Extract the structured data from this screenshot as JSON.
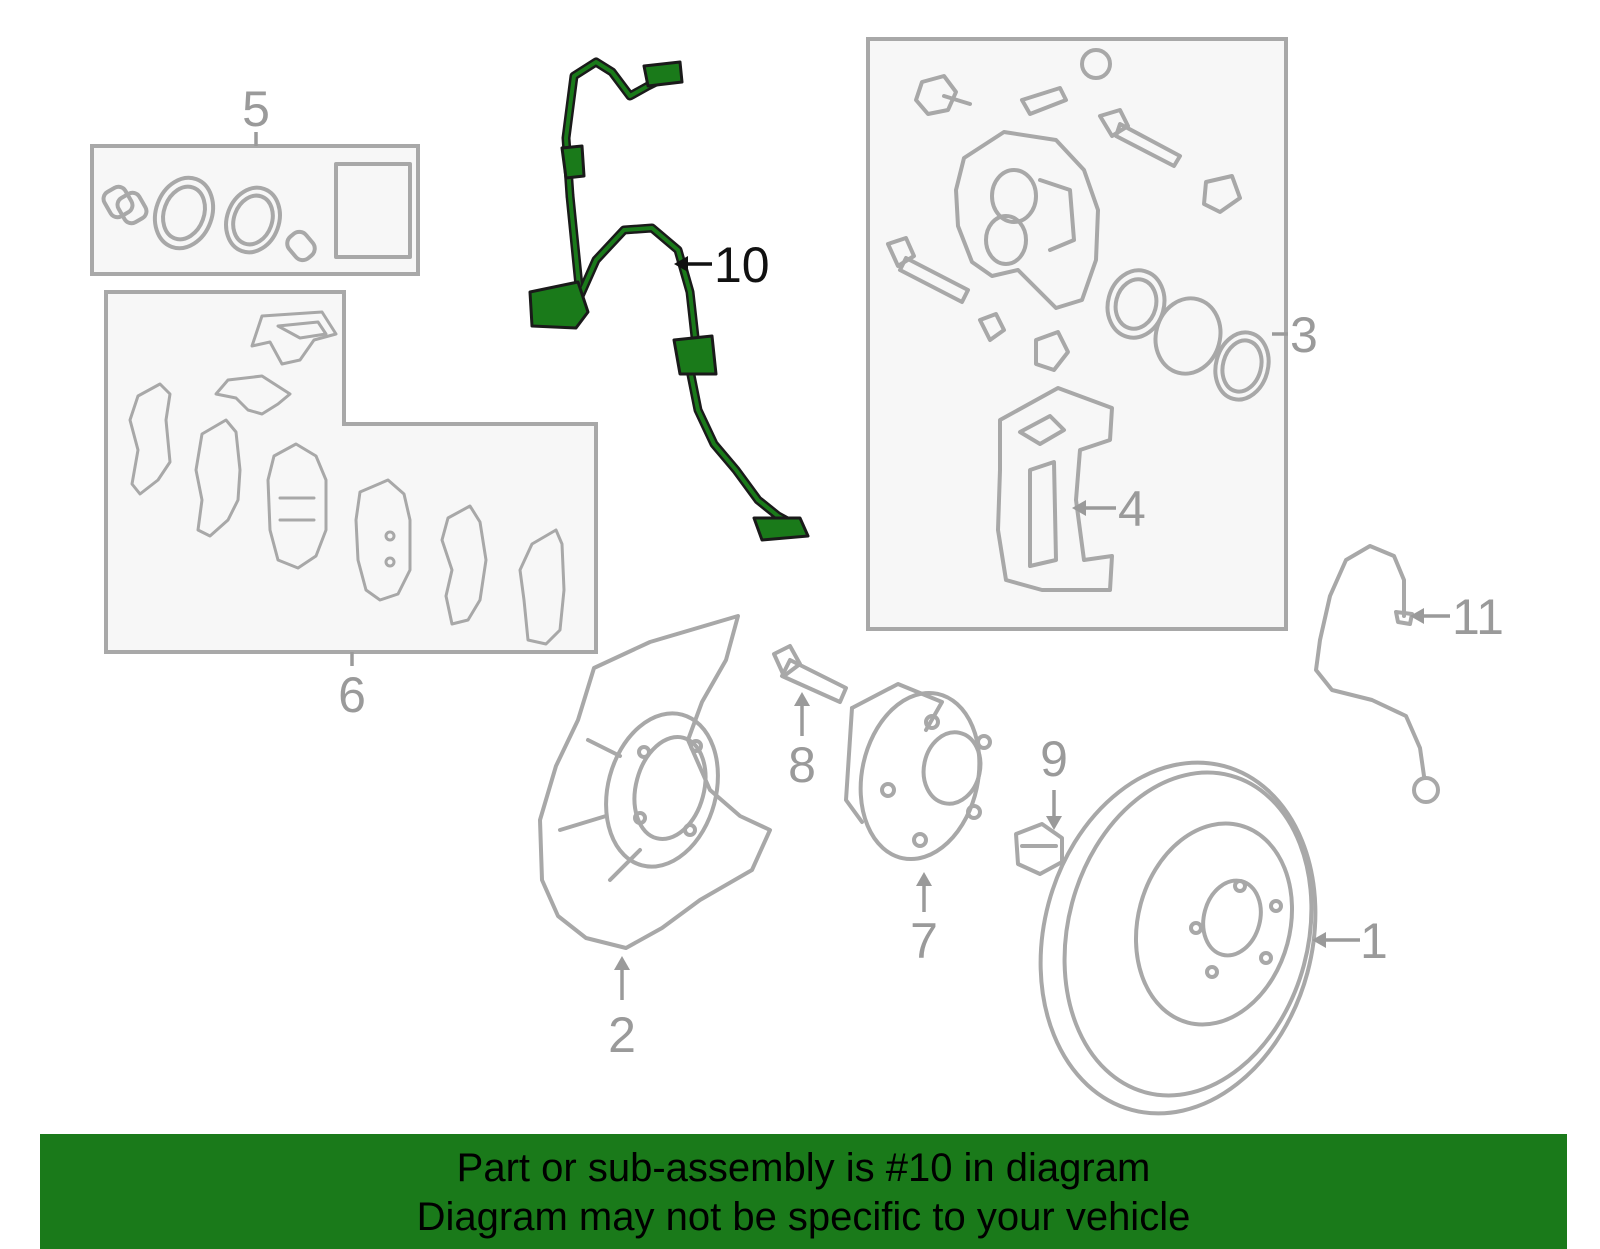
{
  "callouts": {
    "c1": "1",
    "c2": "2",
    "c3": "3",
    "c4": "4",
    "c5": "5",
    "c6": "6",
    "c7": "7",
    "c8": "8",
    "c9": "9",
    "c10": "10",
    "c11": "11"
  },
  "highlight": {
    "part": "10",
    "color": "#1a7a1a"
  },
  "banner": {
    "line1": "Part or sub-assembly is #10 in diagram",
    "line2": "Diagram may not be specific to your vehicle",
    "background": "#1a7a1a"
  }
}
